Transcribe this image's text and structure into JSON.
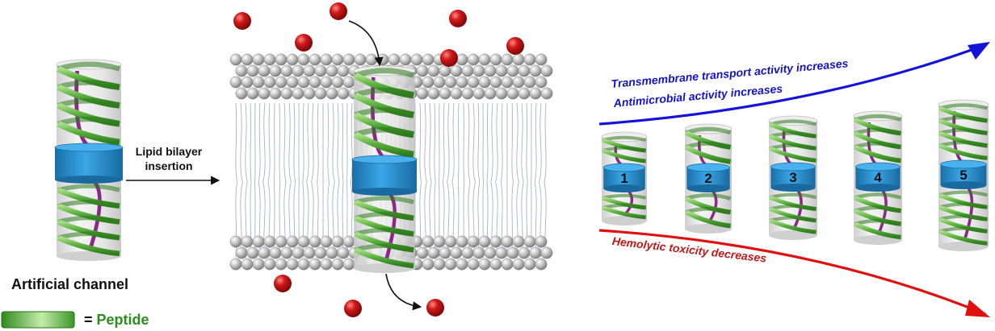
{
  "colors": {
    "helix": "#3f9a2c",
    "helix_light": "#9bd47a",
    "core": "#1f86c6",
    "linker": "#8a2a86",
    "ion": "#c0161a",
    "lipid_head": "#b8b8b8",
    "tail": "#8c90b0",
    "up_arrow": "#1414d8",
    "down_arrow": "#e01010",
    "cylinder": "#d9d9d9"
  },
  "labels": {
    "insertion": "Lipid bilayer\ninsertion",
    "channel_title": "Artificial channel",
    "legend_eq": "= ",
    "legend_word": "Peptide",
    "transport": "Transmembrane transport activity  increases",
    "antimicrobial": "Antimicrobial activity  increases",
    "hemolytic": "Hemolytic toxicity decreases"
  },
  "channels": [
    {
      "number": "1"
    },
    {
      "number": "2"
    },
    {
      "number": "3"
    },
    {
      "number": "4"
    },
    {
      "number": "5"
    }
  ]
}
